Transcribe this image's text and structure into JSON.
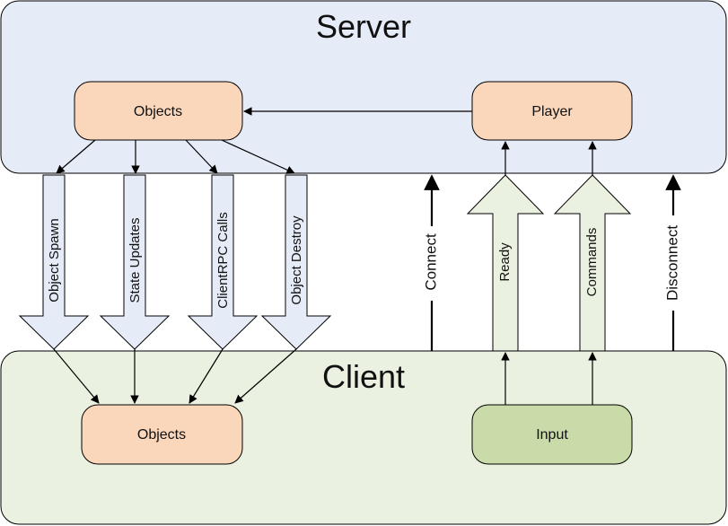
{
  "server": {
    "title": "Server",
    "objects_label": "Objects",
    "player_label": "Player"
  },
  "client": {
    "title": "Client",
    "objects_label": "Objects",
    "input_label": "Input"
  },
  "downstream": {
    "object_spawn": "Object Spawn",
    "state_updates": "State Updates",
    "clientrpc_calls": "ClientRPC Calls",
    "object_destroy": "Object Destroy"
  },
  "upstream": {
    "connect": "Connect",
    "ready": "Ready",
    "commands": "Commands",
    "disconnect": "Disconnect"
  },
  "colors": {
    "server_fill": "#e6ecf7",
    "client_fill": "#eaf1e0",
    "object_fill": "#fad7bb",
    "input_fill": "#c9dba8",
    "down_arrow_fill": "#e6ecf7",
    "up_arrow_fill": "#eaf1e0",
    "stroke": "#000000"
  }
}
